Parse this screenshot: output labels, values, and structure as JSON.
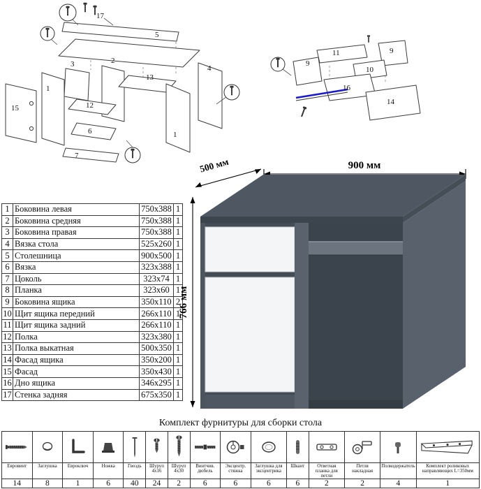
{
  "parts_table": {
    "rows": [
      {
        "num": "1",
        "name": "Боковина левая",
        "size": "750x388",
        "qty": "1"
      },
      {
        "num": "2",
        "name": "Боковина средняя",
        "size": "750x388",
        "qty": "1"
      },
      {
        "num": "3",
        "name": "Боковина правая",
        "size": "750x388",
        "qty": "1"
      },
      {
        "num": "4",
        "name": "Вязка стола",
        "size": "525x260",
        "qty": "1"
      },
      {
        "num": "5",
        "name": "Столешница",
        "size": "900x500",
        "qty": "1"
      },
      {
        "num": "6",
        "name": "Вязка",
        "size": "323x388",
        "qty": "1"
      },
      {
        "num": "7",
        "name": "Цоколь",
        "size": "323x74",
        "qty": "1"
      },
      {
        "num": "8",
        "name": "Планка",
        "size": "323x60",
        "qty": "1"
      },
      {
        "num": "9",
        "name": "Боковина ящика",
        "size": "350x110",
        "qty": "2"
      },
      {
        "num": "10",
        "name": "Щит ящика передний",
        "size": "266x110",
        "qty": "1"
      },
      {
        "num": "11",
        "name": "Щит ящика задний",
        "size": "266x110",
        "qty": "1"
      },
      {
        "num": "12",
        "name": "Полка",
        "size": "323x380",
        "qty": "1"
      },
      {
        "num": "13",
        "name": "Полка выкатная",
        "size": "500x350",
        "qty": "1"
      },
      {
        "num": "14",
        "name": "Фасад ящика",
        "size": "350x200",
        "qty": "1"
      },
      {
        "num": "15",
        "name": "Фасад",
        "size": "350x430",
        "qty": "1"
      },
      {
        "num": "16",
        "name": "Дно ящика",
        "size": "346x295",
        "qty": "1"
      },
      {
        "num": "17",
        "name": "Стенка задняя",
        "size": "675x350",
        "qty": "1"
      }
    ]
  },
  "dimensions": {
    "width": "900 мм",
    "depth": "500 мм",
    "height": "766 мм"
  },
  "diagrams": {
    "desk_labels": [
      "17",
      "5",
      "3",
      "2",
      "13",
      "12",
      "6",
      "7",
      "15",
      "1",
      "1",
      "4"
    ],
    "drawer_labels": [
      "11",
      "9",
      "9",
      "10",
      "16",
      "14"
    ]
  },
  "hardware": {
    "title": "Комплект фурнитуры для сборки стола",
    "items": [
      {
        "name": "Евровинт",
        "qty": "14",
        "icon": "euroscrew-icon"
      },
      {
        "name": "Заглушка",
        "qty": "8",
        "icon": "plug-icon"
      },
      {
        "name": "Евроключ",
        "qty": "1",
        "icon": "hexkey-icon"
      },
      {
        "name": "Ножка",
        "qty": "6",
        "icon": "leg-icon"
      },
      {
        "name": "Гвоздь",
        "qty": "40",
        "icon": "nail-icon"
      },
      {
        "name": "Шуруп 4х16",
        "qty": "24",
        "icon": "screw-short-icon"
      },
      {
        "name": "Шуруп 4х30",
        "qty": "2",
        "icon": "screw-long-icon"
      },
      {
        "name": "Винтчив. дюбель",
        "qty": "6",
        "icon": "dowel-screw-icon"
      },
      {
        "name": "Эксцентр. стяжка",
        "qty": "6",
        "icon": "cam-lock-icon"
      },
      {
        "name": "Заглушка для эксцентрика",
        "qty": "6",
        "icon": "cam-cap-icon"
      },
      {
        "name": "Шкант",
        "qty": "6",
        "icon": "dowel-icon"
      },
      {
        "name": "Ответная планка для петли",
        "qty": "2",
        "icon": "hinge-plate-icon"
      },
      {
        "name": "Петля накладная",
        "qty": "2",
        "icon": "hinge-icon"
      },
      {
        "name": "Полкодержатель",
        "qty": "4",
        "icon": "shelf-pin-icon"
      },
      {
        "name": "Комплект роликовых направляющих L=350мм",
        "qty": "1",
        "icon": "rail-icon"
      }
    ]
  },
  "colors": {
    "desk_top": "#4f5862",
    "desk_side": "#59626c",
    "front_white": "#f4f5f6",
    "guide_blue": "#1a1acc"
  }
}
